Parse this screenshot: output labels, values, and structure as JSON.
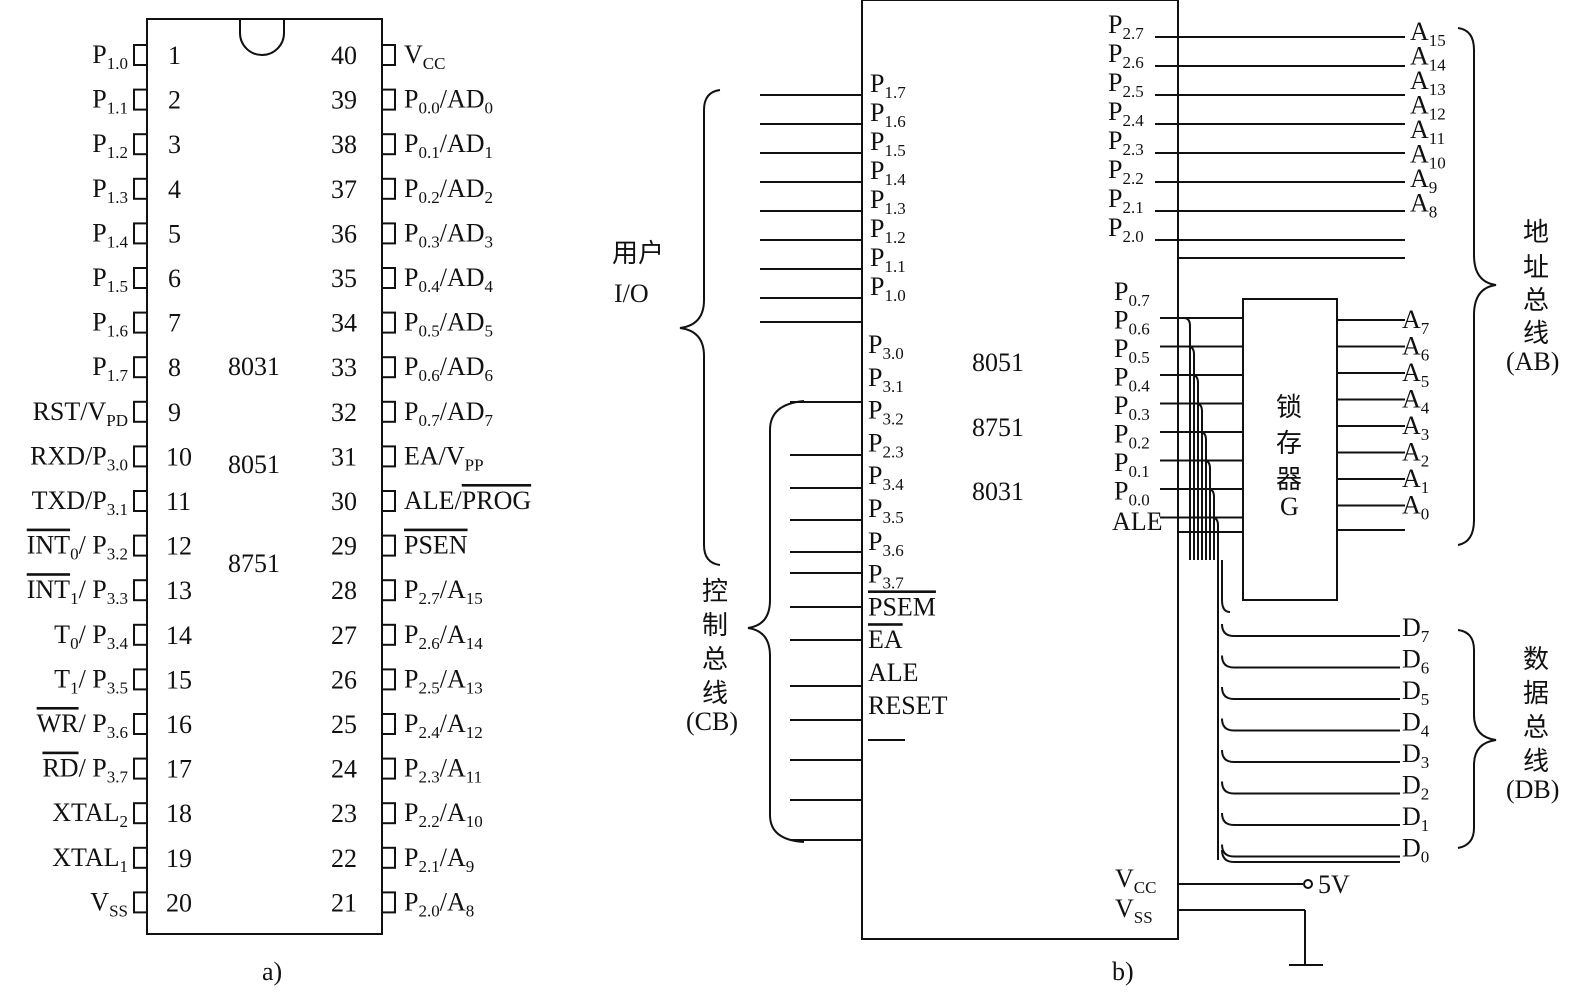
{
  "panel_a": {
    "caption": "a)",
    "chip_names": [
      "8031",
      "8051",
      "8751"
    ],
    "left_pins": [
      {
        "num": "1",
        "label": "P",
        "sub": "1.0"
      },
      {
        "num": "2",
        "label": "P",
        "sub": "1.1"
      },
      {
        "num": "3",
        "label": "P",
        "sub": "1.2"
      },
      {
        "num": "4",
        "label": "P",
        "sub": "1.3"
      },
      {
        "num": "5",
        "label": "P",
        "sub": "1.4"
      },
      {
        "num": "6",
        "label": "P",
        "sub": "1.5"
      },
      {
        "num": "7",
        "label": "P",
        "sub": "1.6"
      },
      {
        "num": "8",
        "label": "P",
        "sub": "1.7"
      },
      {
        "num": "9",
        "label": "RST/V",
        "sub": "PD"
      },
      {
        "num": "10",
        "label": "RXD/P",
        "sub": "3.0"
      },
      {
        "num": "11",
        "label": "TXD/P",
        "sub": "3.1"
      },
      {
        "num": "12",
        "label": "INT",
        "sub": "0",
        "tail": "/ P",
        "sub2": "3.2",
        "overline": true
      },
      {
        "num": "13",
        "label": "INT",
        "sub": "1",
        "tail": "/ P",
        "sub2": "3.3",
        "overline": true
      },
      {
        "num": "14",
        "label": "T",
        "sub": "0",
        "tail": "/ P",
        "sub2": "3.4"
      },
      {
        "num": "15",
        "label": "T",
        "sub": "1",
        "tail": "/ P",
        "sub2": "3.5"
      },
      {
        "num": "16",
        "label": "WR",
        "sub": "",
        "tail": "/ P",
        "sub2": "3.6",
        "overline": true
      },
      {
        "num": "17",
        "label": "RD",
        "sub": "",
        "tail": "/ P",
        "sub2": "3.7",
        "overline": true
      },
      {
        "num": "18",
        "label": "XTAL",
        "sub": "2"
      },
      {
        "num": "19",
        "label": "XTAL",
        "sub": "1"
      },
      {
        "num": "20",
        "label": "V",
        "sub": "SS"
      }
    ],
    "right_pins": [
      {
        "num": "40",
        "label": "V",
        "sub": "CC"
      },
      {
        "num": "39",
        "label": "P",
        "sub": "0.0",
        "tail": "/AD",
        "sub2": "0"
      },
      {
        "num": "38",
        "label": "P",
        "sub": "0.1",
        "tail": "/AD",
        "sub2": "1"
      },
      {
        "num": "37",
        "label": "P",
        "sub": "0.2",
        "tail": "/AD",
        "sub2": "2"
      },
      {
        "num": "36",
        "label": "P",
        "sub": "0.3",
        "tail": "/AD",
        "sub2": "3"
      },
      {
        "num": "35",
        "label": "P",
        "sub": "0.4",
        "tail": "/AD",
        "sub2": "4"
      },
      {
        "num": "34",
        "label": "P",
        "sub": "0.5",
        "tail": "/AD",
        "sub2": "5"
      },
      {
        "num": "33",
        "label": "P",
        "sub": "0.6",
        "tail": "/AD",
        "sub2": "6"
      },
      {
        "num": "32",
        "label": "P",
        "sub": "0.7",
        "tail": "/AD",
        "sub2": "7"
      },
      {
        "num": "31",
        "label": "EA/V",
        "sub": "PP"
      },
      {
        "num": "30",
        "label": "ALE/",
        "sub": "",
        "tail": "PROG",
        "overline_tail": true
      },
      {
        "num": "29",
        "label": "PSEN",
        "sub": "",
        "overline": true
      },
      {
        "num": "28",
        "label": "P",
        "sub": "2.7",
        "tail": "/A",
        "sub2": "15"
      },
      {
        "num": "27",
        "label": "P",
        "sub": "2.6",
        "tail": "/A",
        "sub2": "14"
      },
      {
        "num": "26",
        "label": "P",
        "sub": "2.5",
        "tail": "/A",
        "sub2": "13"
      },
      {
        "num": "25",
        "label": "P",
        "sub": "2.4",
        "tail": "/A",
        "sub2": "12"
      },
      {
        "num": "24",
        "label": "P",
        "sub": "2.3",
        "tail": "/A",
        "sub2": "11"
      },
      {
        "num": "23",
        "label": "P",
        "sub": "2.2",
        "tail": "/A",
        "sub2": "10"
      },
      {
        "num": "22",
        "label": "P",
        "sub": "2.1",
        "tail": "/A",
        "sub2": "9"
      },
      {
        "num": "21",
        "label": "P",
        "sub": "2.0",
        "tail": "/A",
        "sub2": "8"
      }
    ]
  },
  "panel_b": {
    "caption": "b)",
    "chip_names": [
      "8051",
      "8751",
      "8031"
    ],
    "user_io_label": [
      "用户",
      "I/O"
    ],
    "control_bus_label": [
      "控",
      "制",
      "总",
      "线",
      "(CB)"
    ],
    "address_bus_label": [
      "地",
      "址",
      "总",
      "线",
      "(AB)"
    ],
    "data_bus_label": [
      "数",
      "据",
      "总",
      "线",
      "(DB)"
    ],
    "latch_label": [
      "锁",
      "存",
      "器",
      "G"
    ],
    "p1_pins": [
      "1.7",
      "1.6",
      "1.5",
      "1.4",
      "1.3",
      "1.2",
      "1.1",
      "1.0"
    ],
    "ctrl_pins": [
      {
        "label": "P",
        "sub": "3.0"
      },
      {
        "label": "P",
        "sub": "3.1"
      },
      {
        "label": "P",
        "sub": "3.2"
      },
      {
        "label": "P",
        "sub": "2.3"
      },
      {
        "label": "P",
        "sub": "3.4"
      },
      {
        "label": "P",
        "sub": "3.5"
      },
      {
        "label": "P",
        "sub": "3.6"
      },
      {
        "label": "P",
        "sub": "3.7"
      },
      {
        "label": "PSEM",
        "sub": "",
        "overline": true
      },
      {
        "label": "EA",
        "sub": "",
        "overline": true
      },
      {
        "label": "ALE",
        "sub": ""
      },
      {
        "label": "RESET",
        "sub": ""
      }
    ],
    "p2_pins": [
      "2.7",
      "2.6",
      "2.5",
      "2.4",
      "2.3",
      "2.2",
      "2.1",
      "2.0"
    ],
    "addr_high": [
      "15",
      "14",
      "13",
      "12",
      "11",
      "10",
      "9",
      "8"
    ],
    "p0_pins": [
      "0.7",
      "0.6",
      "0.5",
      "0.4",
      "0.3",
      "0.2",
      "0.1",
      "0.0"
    ],
    "ale_label": "ALE",
    "addr_low": [
      "7",
      "6",
      "5",
      "4",
      "3",
      "2",
      "1",
      "0"
    ],
    "data_lines": [
      "7",
      "6",
      "5",
      "4",
      "3",
      "2",
      "1",
      "0"
    ],
    "vcc_label": {
      "label": "V",
      "sub": "CC"
    },
    "vss_label": {
      "label": "V",
      "sub": "SS"
    },
    "supply": "5V"
  }
}
